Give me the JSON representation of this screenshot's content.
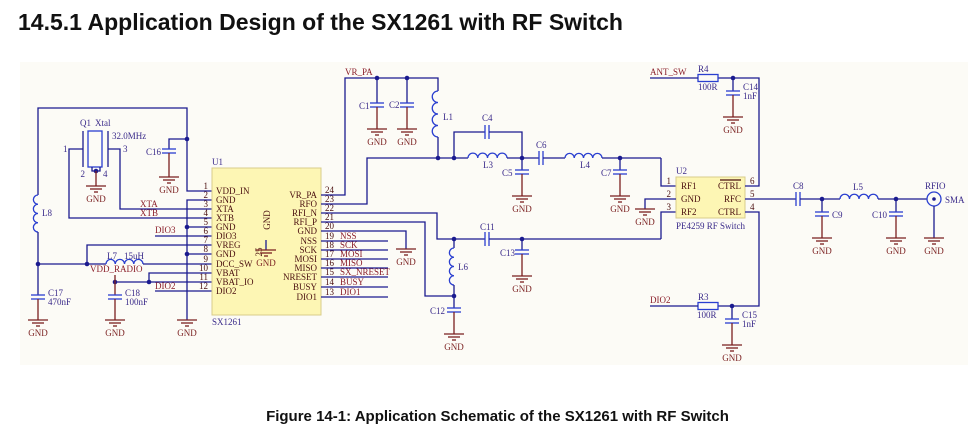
{
  "document": {
    "heading": "14.5.1 Application Design of the SX1261 with RF Switch",
    "caption": "Figure 14-1: Application Schematic of the SX1261 with RF Switch"
  },
  "schematic": {
    "gnd": "GND",
    "colors": {
      "wire": "#1b1b8f",
      "component": "#2a3fd0",
      "ground": "#7a1f1f",
      "ic_fill": "#fdf6b4",
      "background": "#fcfbf6"
    },
    "nets": {
      "vr_pa": "VR_PA",
      "xta": "XTA",
      "xtb": "XTB",
      "dio3": "DIO3",
      "vdd_radio": "VDD_RADIO",
      "dio2": "DIO2",
      "ant_sw": "ANT_SW",
      "dio2_ctrl": "DIO2",
      "spi": [
        "NSS",
        "SCK",
        "MOSI",
        "MISO",
        "SX_NRESET",
        "BUSY",
        "DIO1"
      ]
    },
    "u1": {
      "ref": "U1",
      "part": "SX1261",
      "left_pins": [
        {
          "num": "1",
          "name": "VDD_IN"
        },
        {
          "num": "2",
          "name": "GND"
        },
        {
          "num": "3",
          "name": "XTA"
        },
        {
          "num": "4",
          "name": "XTB"
        },
        {
          "num": "5",
          "name": "GND"
        },
        {
          "num": "6",
          "name": "DIO3"
        },
        {
          "num": "7",
          "name": "VREG"
        },
        {
          "num": "8",
          "name": "GND"
        },
        {
          "num": "9",
          "name": "DCC_SW"
        },
        {
          "num": "10",
          "name": "VBAT"
        },
        {
          "num": "11",
          "name": "VBAT_IO"
        },
        {
          "num": "12",
          "name": "DIO2"
        }
      ],
      "right_pins": [
        {
          "num": "24",
          "name": "VR_PA"
        },
        {
          "num": "23",
          "name": "RFO"
        },
        {
          "num": "22",
          "name": "RFI_N"
        },
        {
          "num": "21",
          "name": "RFI_P"
        },
        {
          "num": "20",
          "name": "GND"
        },
        {
          "num": "19",
          "name": "NSS"
        },
        {
          "num": "18",
          "name": "SCK"
        },
        {
          "num": "17",
          "name": "MOSI"
        },
        {
          "num": "16",
          "name": "MISO"
        },
        {
          "num": "15",
          "name": "NRESET"
        },
        {
          "num": "14",
          "name": "BUSY"
        },
        {
          "num": "13",
          "name": "DIO1"
        }
      ],
      "center_pin": {
        "num": "25",
        "name": "GND"
      }
    },
    "q1": {
      "ref": "Q1",
      "type": "Xtal",
      "value": "32.0MHz",
      "pins": [
        "1",
        "2",
        "3",
        "4"
      ]
    },
    "u2": {
      "ref": "U2",
      "part": "PE4259 RF Switch",
      "left_pins": [
        {
          "num": "1",
          "name": "RF1"
        },
        {
          "num": "2",
          "name": "GND"
        },
        {
          "num": "3",
          "name": "RF2"
        }
      ],
      "right_pins": [
        {
          "num": "6",
          "name": "CTRL",
          "inverted": true
        },
        {
          "num": "5",
          "name": "RFC"
        },
        {
          "num": "4",
          "name": "CTRL"
        }
      ]
    },
    "capacitors": {
      "c1": {
        "ref": "C1"
      },
      "c2": {
        "ref": "C2"
      },
      "c4": {
        "ref": "C4"
      },
      "c5": {
        "ref": "C5"
      },
      "c6": {
        "ref": "C6"
      },
      "c7": {
        "ref": "C7"
      },
      "c8": {
        "ref": "C8"
      },
      "c9": {
        "ref": "C9"
      },
      "c10": {
        "ref": "C10"
      },
      "c11": {
        "ref": "C11"
      },
      "c12": {
        "ref": "C12"
      },
      "c13": {
        "ref": "C13"
      },
      "c14": {
        "ref": "C14",
        "value": "1nF"
      },
      "c15": {
        "ref": "C15",
        "value": "1nF"
      },
      "c16": {
        "ref": "C16"
      },
      "c17": {
        "ref": "C17",
        "value": "470nF"
      },
      "c18": {
        "ref": "C18",
        "value": "100nF"
      }
    },
    "inductors": {
      "l1": {
        "ref": "L1"
      },
      "l3": {
        "ref": "L3"
      },
      "l4": {
        "ref": "L4"
      },
      "l5": {
        "ref": "L5"
      },
      "l6": {
        "ref": "L6"
      },
      "l7": {
        "ref": "L7",
        "value": "15uH"
      },
      "l8": {
        "ref": "L8"
      }
    },
    "resistors": {
      "r3": {
        "ref": "R3",
        "value": "100R"
      },
      "r4": {
        "ref": "R4",
        "value": "100R"
      }
    },
    "connector": {
      "ref": "RFIO",
      "type": "SMA"
    }
  }
}
